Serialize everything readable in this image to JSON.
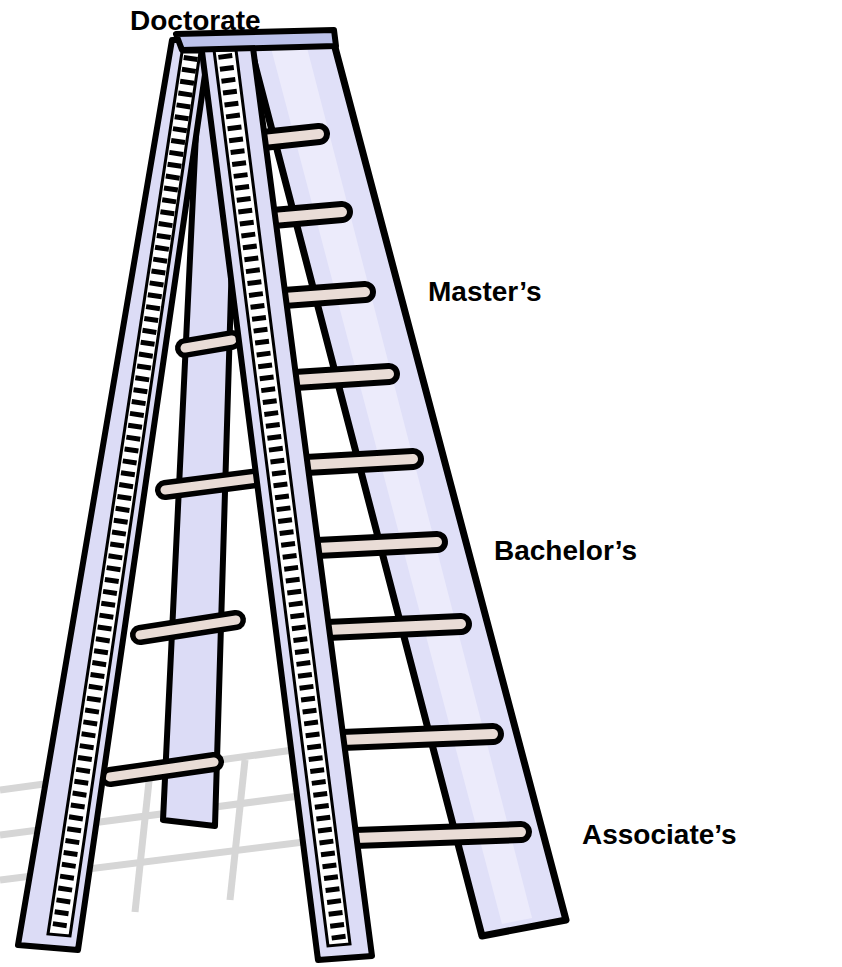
{
  "diagram": {
    "labels": [
      "Doctorate",
      "Master’s",
      "Bachelor’s",
      "Associate’s"
    ]
  }
}
